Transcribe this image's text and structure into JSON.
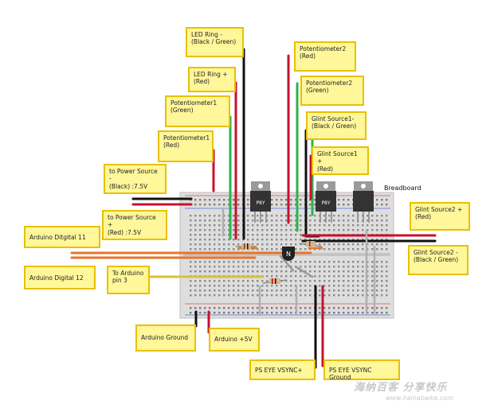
{
  "breadboard_title": "Breadboard",
  "labels": {
    "led_ring_minus": "LED Ring -\n(Black / Green)",
    "led_ring_plus": "LED Ring +\n(Red)",
    "pot1_green": "Potentiometer1\n(Green)",
    "pot1_red": "Potentiometer1\n(Red)",
    "power_minus": "to Power Source -\n(Black) :7.5V",
    "power_plus": "to Power Source +\n(Red) :7.5V",
    "arduino_d11": "Arduino Ditgital 11",
    "arduino_d12": "Arduino Digital 12",
    "arduino_pin3": "To Arduino\npin 3",
    "arduino_ground": "Arduino Ground",
    "arduino_5v": "Arduino +5V",
    "ps_eye_vsync_plus": "PS EYE VSYNC+",
    "ps_eye_vsync_ground": "PS EYE VSYNC Ground",
    "pot2_red": "Potentiometer2\n(Red)",
    "pot2_green": "Potentiometer2\n(Green)",
    "glint1_minus": "Glint Source1-\n(Black / Green)",
    "glint1_plus": "Glint Source1 +\n(Red)",
    "glint2_plus": "Glint Source2 +\n(Red)",
    "glint2_minus": "Glint Source2 -\n(Black / Green)"
  },
  "regulators": [
    "P8Y",
    "P8Y",
    ""
  ],
  "transistor_label": "N",
  "watermark": "海纳百客 分享快乐",
  "watermark_url": "www.hainabaike.com",
  "colors": {
    "label_bg": "#fff79a",
    "label_border": "#e8c000",
    "wire_red": "#c8102e",
    "wire_black": "#111111",
    "wire_green": "#2db34a",
    "wire_orange": "#e8742a",
    "wire_yellow": "#d8c23a",
    "breadboard": "#dedede"
  }
}
